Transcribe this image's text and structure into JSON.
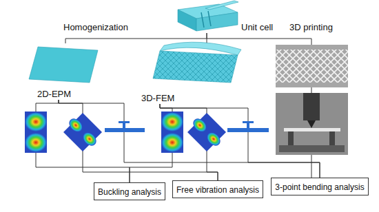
{
  "diagram": {
    "nodes": [
      {
        "text": [
          "Unit cell"
        ]
      },
      {
        "text": [
          "2D-EPM"
        ]
      },
      {
        "text": [
          "3D-FEM"
        ]
      },
      {
        "text": [
          "Buckling analysis"
        ]
      },
      {
        "text": [
          "Free vibration analysis"
        ]
      },
      {
        "text": [
          "3-point bending analysis"
        ]
      }
    ],
    "edges": [
      {
        "from": 0,
        "to": 1,
        "arrow": "none"
      },
      {
        "from": 0,
        "to": 2,
        "arrow": "none"
      },
      {
        "from": 1,
        "to": 3,
        "arrow": "none"
      },
      {
        "from": 1,
        "to": 4,
        "arrow": "none"
      },
      {
        "from": 1,
        "to": 5,
        "arrow": "none"
      },
      {
        "from": 2,
        "to": 3,
        "arrow": "none"
      },
      {
        "from": 2,
        "to": 4,
        "arrow": "none"
      },
      {
        "from": 2,
        "to": 5,
        "arrow": "none"
      }
    ],
    "labels": [
      "Homogenization",
      "3D printing"
    ]
  }
}
